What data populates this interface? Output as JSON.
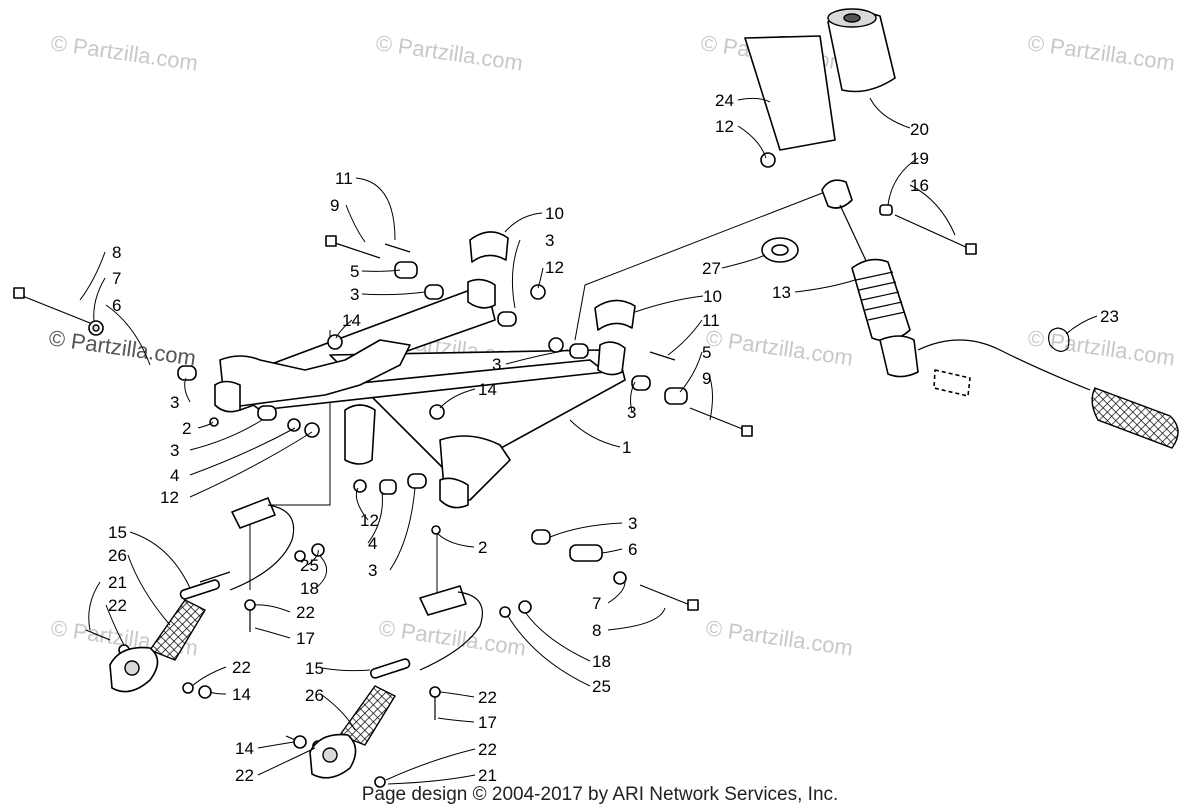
{
  "watermarks": [
    {
      "text": "© Partzilla.com"
    },
    {
      "text": "© Partzilla.com"
    },
    {
      "text": "© Partzilla.com"
    },
    {
      "text": "© Partzilla.com"
    },
    {
      "text": "© Partzilla.com"
    },
    {
      "text": "© Partzilla.com"
    },
    {
      "text": "© Partzilla.com"
    },
    {
      "text": "© Partzilla.com"
    },
    {
      "text": "© Partzilla.com"
    },
    {
      "text": "© Partzilla.com"
    },
    {
      "text": "© Partzilla.com"
    }
  ],
  "callouts": [
    "24",
    "12",
    "20",
    "19",
    "16",
    "11",
    "9",
    "10",
    "3",
    "12",
    "8",
    "7",
    "6",
    "5",
    "3",
    "14",
    "27",
    "13",
    "10",
    "23",
    "11",
    "3",
    "5",
    "3",
    "3",
    "14",
    "2",
    "3",
    "9",
    "4",
    "12",
    "1",
    "12",
    "4",
    "3",
    "2",
    "3",
    "6",
    "15",
    "26",
    "25",
    "18",
    "21",
    "22",
    "22",
    "17",
    "7",
    "8",
    "18",
    "25",
    "22",
    "14",
    "15",
    "26",
    "22",
    "17",
    "14",
    "22",
    "22",
    "21"
  ],
  "footer": "Page design © 2004-2017 by ARI Network Services, Inc."
}
